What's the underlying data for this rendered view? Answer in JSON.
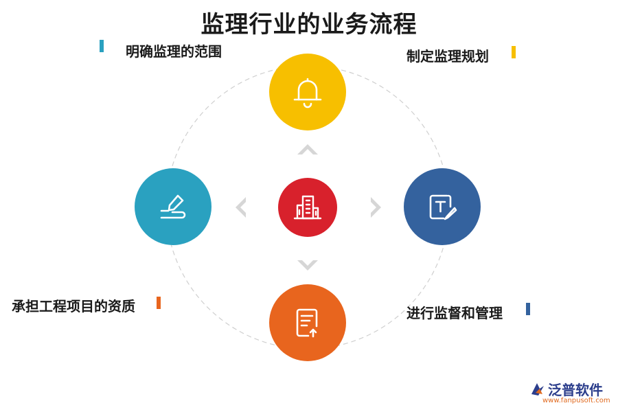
{
  "title": "监理行业的业务流程",
  "colors": {
    "yellow": "#f7bf00",
    "blue": "#34629e",
    "orange": "#e8651e",
    "teal": "#2aa1c0",
    "red": "#d8212c",
    "arrow": "#d6d6d6",
    "ring": "#cfcfcf"
  },
  "nodes": {
    "top": {
      "icon": "bell-icon",
      "label": "制定监理规划"
    },
    "right": {
      "icon": "text-edit-icon",
      "label": "进行监督和管理"
    },
    "bottom": {
      "icon": "document-upload-icon",
      "label": "承担工程项目的资质"
    },
    "left": {
      "icon": "signature-pen-icon",
      "label": "明确监理的范围"
    },
    "center": {
      "icon": "buildings-icon"
    }
  },
  "logo": {
    "text": "泛普软件",
    "url": "www.fanpusoft.com"
  }
}
